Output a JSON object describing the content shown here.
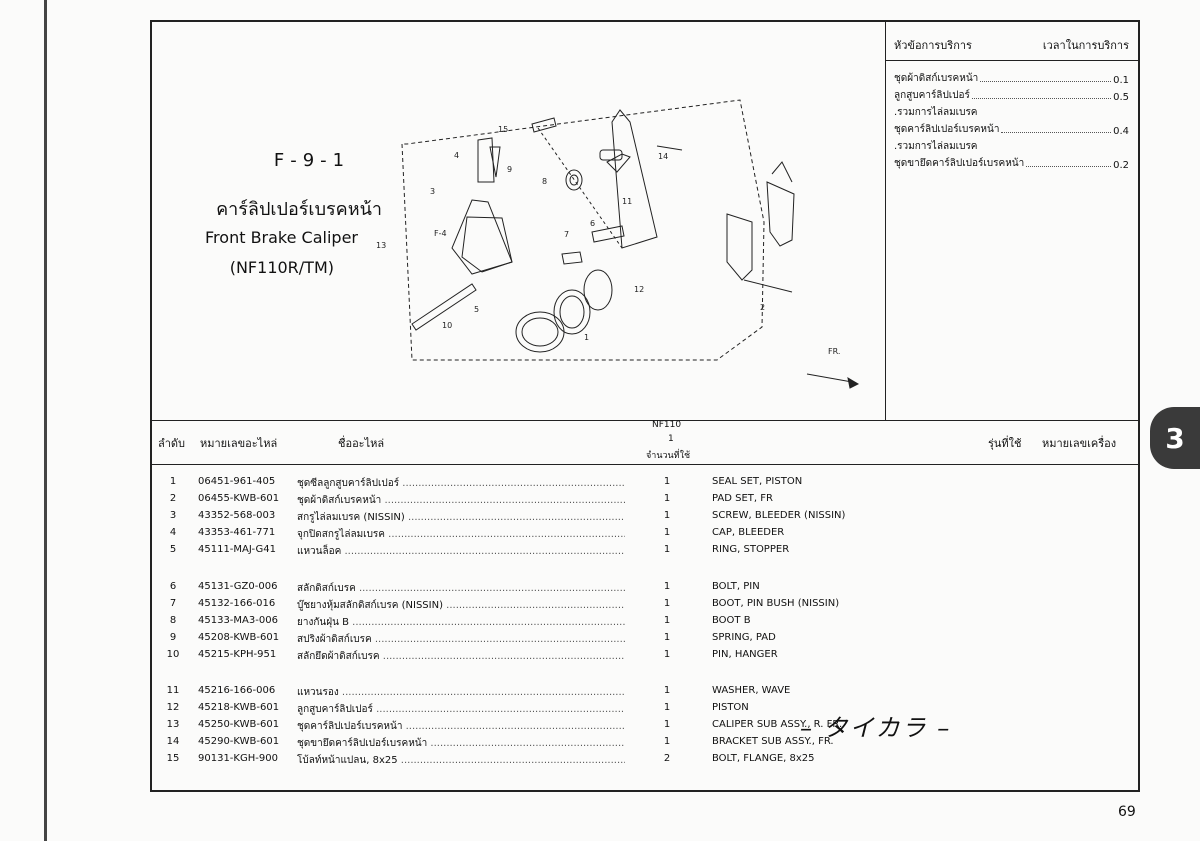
{
  "service": {
    "header_item": "หัวข้อการบริการ",
    "header_time": "เวลาในการบริการ",
    "rows": [
      {
        "label": "ชุดผ้าดิสก์เบรคหน้า",
        "value": "0.1"
      },
      {
        "label": "ลูกสูบคาร์ลิปเปอร์",
        "value": "0.5"
      },
      {
        "label": ".รวมการไล่ลมเบรค",
        "value": ""
      },
      {
        "label": "ชุดคาร์ลิปเปอร์เบรคหน้า",
        "value": "0.4"
      },
      {
        "label": ".รวมการไล่ลมเบรค",
        "value": ""
      },
      {
        "label": "ชุดขายึดคาร์ลิปเปอร์เบรคหน้า",
        "value": "0.2"
      }
    ]
  },
  "title": {
    "code": "F-9-1",
    "thai": "คาร์ลิปเปอร์เบรคหน้า",
    "english": "Front Brake Caliper",
    "model": "(NF110R/TM)"
  },
  "diagram_labels": [
    "1",
    "2",
    "3",
    "4",
    "5",
    "6",
    "7",
    "8",
    "9",
    "10",
    "11",
    "12",
    "13",
    "14",
    "15",
    "F-4",
    "FR."
  ],
  "columns": {
    "order": "ลำดับ",
    "part_no": "หมายเลขอะไหล่",
    "part_name": "ชื่ออะไหล่",
    "model_code": "NF110",
    "model_sub": "1",
    "qty": "จำนวนที่ใช้",
    "model_used": "รุ่นที่ใช้",
    "engine_no": "หมายเลขเครื่อง"
  },
  "parts": [
    {
      "no": "1",
      "pn": "06451-961-405",
      "th": "ชุดซีลลูกสูบคาร์ลิปเปอร์",
      "qty": "1",
      "en": "SEAL SET, PISTON"
    },
    {
      "no": "2",
      "pn": "06455-KWB-601",
      "th": "ชุดผ้าดิสก์เบรคหน้า",
      "qty": "1",
      "en": "PAD SET, FR"
    },
    {
      "no": "3",
      "pn": "43352-568-003",
      "th": "สกรูไล่ลมเบรค (NISSIN)",
      "qty": "1",
      "en": "SCREW, BLEEDER (NISSIN)"
    },
    {
      "no": "4",
      "pn": "43353-461-771",
      "th": "จุกปิดสกรูไล่ลมเบรค",
      "qty": "1",
      "en": "CAP, BLEEDER"
    },
    {
      "no": "5",
      "pn": "45111-MAJ-G41",
      "th": "แหวนล็อค",
      "qty": "1",
      "en": "RING, STOPPER"
    },
    {
      "no": "6",
      "pn": "45131-GZ0-006",
      "th": "สลักดิสก์เบรค",
      "qty": "1",
      "en": "BOLT, PIN"
    },
    {
      "no": "7",
      "pn": "45132-166-016",
      "th": "บู๊ชยางหุ้มสลักดิสก์เบรค (NISSIN)",
      "qty": "1",
      "en": "BOOT, PIN BUSH (NISSIN)"
    },
    {
      "no": "8",
      "pn": "45133-MA3-006",
      "th": "ยางกันฝุ่น B",
      "qty": "1",
      "en": "BOOT B"
    },
    {
      "no": "9",
      "pn": "45208-KWB-601",
      "th": "สปริงผ้าดิสก์เบรค",
      "qty": "1",
      "en": "SPRING, PAD"
    },
    {
      "no": "10",
      "pn": "45215-KPH-951",
      "th": "สลักยึดผ้าดิสก์เบรค",
      "qty": "1",
      "en": "PIN, HANGER"
    },
    {
      "no": "11",
      "pn": "45216-166-006",
      "th": "แหวนรอง",
      "qty": "1",
      "en": "WASHER, WAVE"
    },
    {
      "no": "12",
      "pn": "45218-KWB-601",
      "th": "ลูกสูบคาร์ลิปเปอร์",
      "qty": "1",
      "en": "PISTON"
    },
    {
      "no": "13",
      "pn": "45250-KWB-601",
      "th": "ชุดคาร์ลิปเปอร์เบรคหน้า",
      "qty": "1",
      "en": "CALIPER SUB ASSY., R. FR."
    },
    {
      "no": "14",
      "pn": "45290-KWB-601",
      "th": "ชุดขายึดคาร์ลิปเปอร์เบรคหน้า",
      "qty": "1",
      "en": "BRACKET SUB ASSY., FR."
    },
    {
      "no": "15",
      "pn": "90131-KGH-900",
      "th": "โบ้ลท์หน้าแปลน, 8x25",
      "qty": "2",
      "en": "BOLT, FLANGE, 8x25"
    }
  ],
  "brand": "– タイカラ –",
  "section_tab": "3",
  "page_number": "69"
}
